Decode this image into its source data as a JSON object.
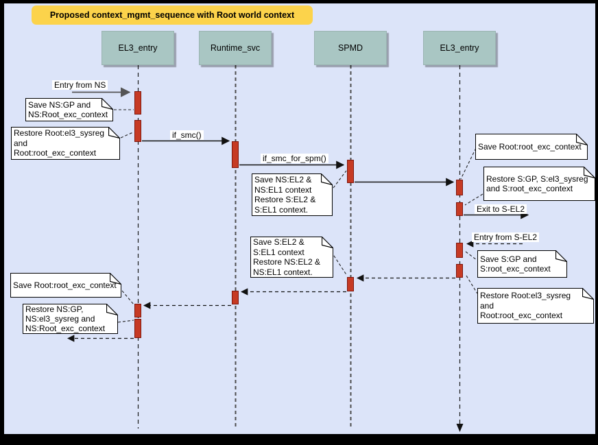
{
  "title": "Proposed context_mgmt_sequence with Root world context",
  "actors": [
    {
      "label": "EL3_entry"
    },
    {
      "label": "Runtime_svc"
    },
    {
      "label": "SPMD"
    },
    {
      "label": "EL3_entry"
    }
  ],
  "messages": {
    "entry_from_ns": "Entry from NS",
    "if_smc": "if_smc()",
    "if_smc_for_spm": "if_smc_for_spm()",
    "exit_to_sel2": "Exit to S-EL2",
    "entry_from_sel2": "Entry from S-EL2"
  },
  "notes": [
    {
      "id": "save-ns-gp",
      "text": "Save NS:GP and\nNS:Root_exc_context"
    },
    {
      "id": "restore-root-left-top",
      "text": "Restore Root:el3_sysreg\nand\nRoot:root_exc_context"
    },
    {
      "id": "save-ns-el2",
      "text": "Save NS:EL2 &\nNS:EL1 context\nRestore S:EL2 &\nS:EL1 context."
    },
    {
      "id": "save-s-el2",
      "text": "Save S:EL2 &\nS:EL1 context\nRestore NS:EL2 &\nNS:EL1 context."
    },
    {
      "id": "save-root-right",
      "text": "Save Root:root_exc_context"
    },
    {
      "id": "restore-s-gp",
      "text": "Restore S:GP, S:el3_sysreg\nand S:root_exc_context"
    },
    {
      "id": "save-s-gp",
      "text": "Save S:GP and\nS:root_exc_context"
    },
    {
      "id": "restore-root-right",
      "text": "Restore Root:el3_sysreg\nand\nRoot:root_exc_context"
    },
    {
      "id": "save-root-left",
      "text": "Save Root:root_exc_context"
    },
    {
      "id": "restore-ns-gp",
      "text": "Restore NS:GP,\nNS:el3_sysreg and\nNS:Root_exc_context"
    }
  ],
  "colors": {
    "background": "#dce4f9",
    "frame": "#000000",
    "actor_fill": "#a9c6c3",
    "title_fill": "#fcd34b",
    "activation_fill": "#c63a24",
    "activation_border": "#7e150c",
    "note_fill": "#ffffff"
  }
}
